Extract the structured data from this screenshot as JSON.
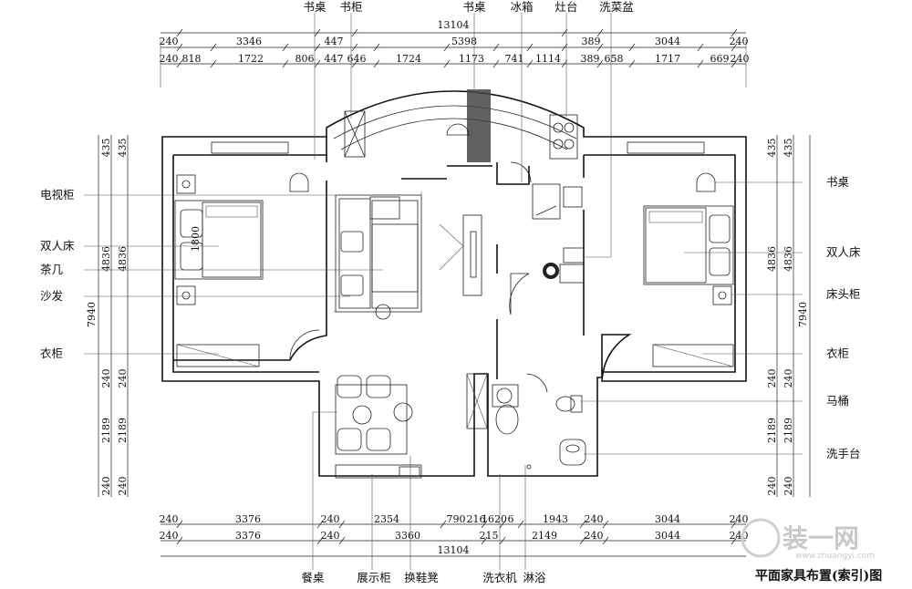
{
  "title": "平面家具布置(索引)图",
  "watermark": {
    "text": "装一网",
    "url": "www.zhuangyi.com"
  },
  "top_labels": {
    "desk_left": "书桌",
    "bookcase": "书柜",
    "desk_mid": "书桌",
    "fridge": "冰箱",
    "stove": "灶台",
    "sink": "洗菜盆"
  },
  "left_labels": {
    "tv_cabinet": "电视柜",
    "double_bed": "双人床",
    "tea_table": "茶几",
    "sofa": "沙发",
    "wardrobe": "衣柜"
  },
  "right_labels": {
    "desk": "书桌",
    "double_bed": "双人床",
    "bedside": "床头柜",
    "wardrobe": "衣柜",
    "toilet": "马桶",
    "washbasin": "洗手台"
  },
  "bottom_labels": {
    "dining_table": "餐桌",
    "display_cabinet": "展示柜",
    "shoe_bench": "换鞋凳",
    "washer": "洗衣机",
    "shower": "淋浴"
  },
  "dims": {
    "top_total": "13104",
    "top_row1": [
      "240",
      "3346",
      "447",
      "5398",
      "389",
      "3044",
      "240"
    ],
    "top_row2": [
      "240",
      "818",
      "1722",
      "806",
      "447",
      "646",
      "1724",
      "1173",
      "741",
      "1114",
      "389",
      "658",
      "1717",
      "669",
      "240"
    ],
    "bottom_row1": [
      "240",
      "3376",
      "240",
      "2354",
      "790",
      "216",
      "1620",
      "6",
      "1943",
      "240",
      "3044",
      "240"
    ],
    "bottom_row2": [
      "240",
      "3376",
      "240",
      "3360",
      "215",
      "2149",
      "240",
      "3044",
      "240"
    ],
    "bottom_total": "13104",
    "side_total": "7940",
    "side_upper": [
      "435",
      "4836"
    ],
    "side_lower": [
      "240",
      "2189",
      "240"
    ],
    "bed_mark": "1800"
  }
}
